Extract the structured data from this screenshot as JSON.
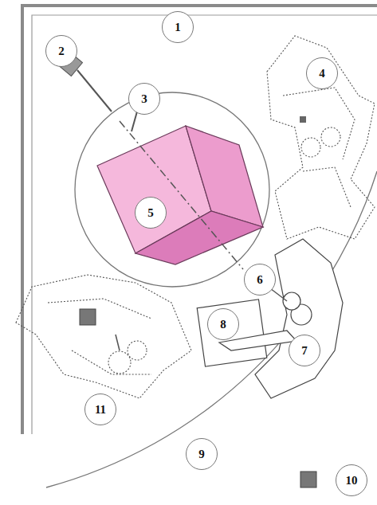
{
  "diagram": {
    "labels": [
      "1",
      "2",
      "4",
      "3",
      "5",
      "6",
      "8",
      "7",
      "11",
      "9",
      "10"
    ]
  }
}
